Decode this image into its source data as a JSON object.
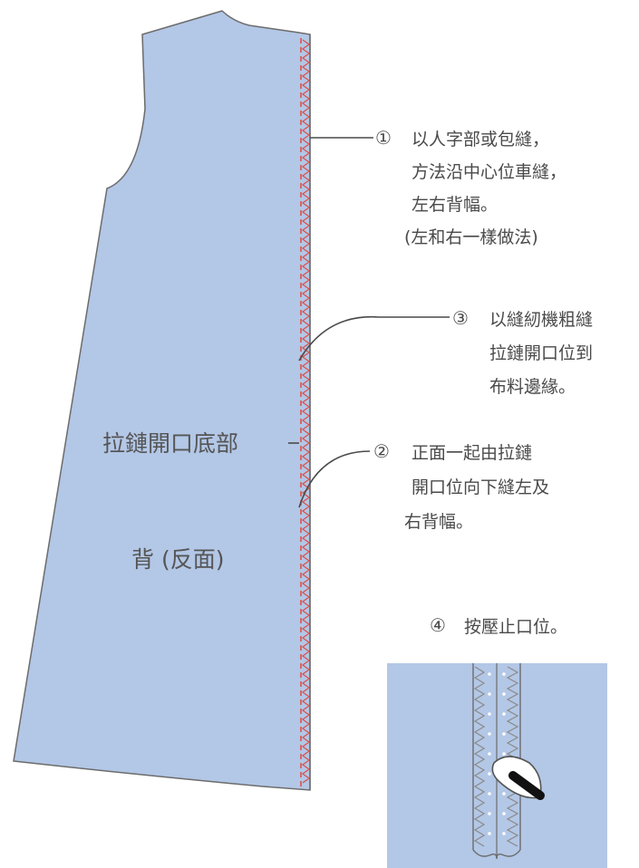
{
  "colors": {
    "fabric": "#b3c7e6",
    "outline": "#6c6c6c",
    "stitch_dashed": "#d9534f",
    "zigzag": "#8a8a8a",
    "text": "#4a4a4a",
    "iron_handle": "#111111"
  },
  "labels": {
    "zipper_bottom": "拉鏈開口底部",
    "back_reverse": "背 (反面)"
  },
  "annotations": {
    "step1": {
      "number": "①",
      "lines": [
        "以人字部或包縫，",
        "方法沿中心位車縫，",
        "左右背幅。",
        "(左和右一樣做法)"
      ]
    },
    "step3": {
      "number": "③",
      "lines": [
        "以縫紉機粗縫",
        "拉鏈開口位到",
        "布料邊緣。"
      ]
    },
    "step2": {
      "number": "②",
      "lines": [
        "正面一起由拉鏈",
        "開口位向下縫左及",
        "右背幅。"
      ]
    },
    "step4": {
      "number": "④",
      "text": "按壓止口位。"
    }
  },
  "icons": [
    "iron-icon"
  ]
}
